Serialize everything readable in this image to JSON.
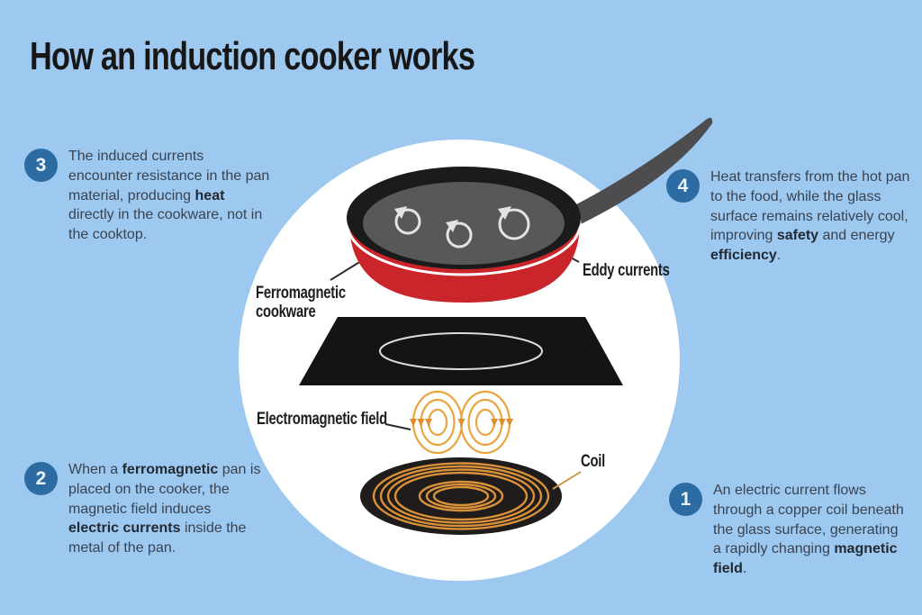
{
  "title": "How an induction cooker works",
  "steps": {
    "s1": {
      "number": "1",
      "segments": [
        {
          "text": "An electric current flows through a copper coil beneath the glass surface, generating a rapidly changing ",
          "bold": false
        },
        {
          "text": "magnetic field",
          "bold": true
        },
        {
          "text": ".",
          "bold": false
        }
      ]
    },
    "s2": {
      "number": "2",
      "segments": [
        {
          "text": "When a ",
          "bold": false
        },
        {
          "text": "ferromagnetic",
          "bold": true
        },
        {
          "text": " pan is placed on the cooker, the magnetic field induces ",
          "bold": false
        },
        {
          "text": "electric currents",
          "bold": true
        },
        {
          "text": " inside the metal of the pan.",
          "bold": false
        }
      ]
    },
    "s3": {
      "number": "3",
      "segments": [
        {
          "text": "The induced currents encounter resistance in the pan material, producing ",
          "bold": false
        },
        {
          "text": "heat",
          "bold": true
        },
        {
          "text": " directly in the cookware, not in the cooktop.",
          "bold": false
        }
      ]
    },
    "s4": {
      "number": "4",
      "segments": [
        {
          "text": "Heat transfers from the hot pan to the food, while the glass surface remains relatively cool, improving ",
          "bold": false
        },
        {
          "text": "safety",
          "bold": true
        },
        {
          "text": " and energy ",
          "bold": false
        },
        {
          "text": "efficiency",
          "bold": true
        },
        {
          "text": ".",
          "bold": false
        }
      ]
    }
  },
  "diagram": {
    "labels": {
      "cookware": "Ferromagnetic cookware",
      "eddy": "Eddy currents",
      "field": "Electromagnetic field",
      "coil": "Coil"
    }
  },
  "colors": {
    "background": "#9dc8f0",
    "backdrop_circle": "#ffffff",
    "badge_blue": "#2d6ca3",
    "pan_red": "#c9252b",
    "pan_rim_black": "#1b1b1b",
    "pan_interior_gray": "#57585a",
    "handle_gray": "#4d4d4f",
    "cooktop_black": "#141414",
    "coil_copper": "#d9913a",
    "field_orange": "#e9a53e",
    "body_text": "#3a4350",
    "label_text": "#1d1d1d"
  }
}
